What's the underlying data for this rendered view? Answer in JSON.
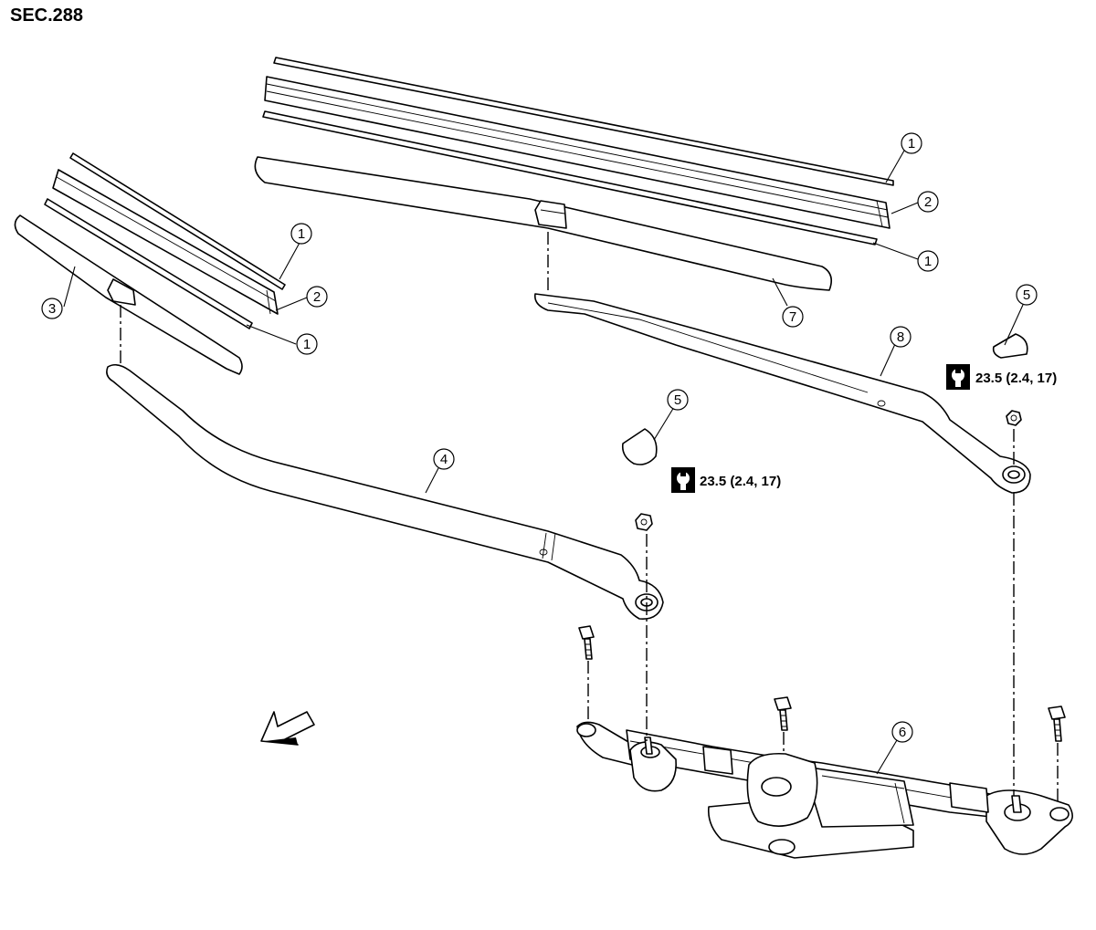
{
  "section": "SEC.288",
  "callouts": [
    {
      "label": "1",
      "name": "callout-1-rh-upper"
    },
    {
      "label": "2",
      "name": "callout-2-rh"
    },
    {
      "label": "1",
      "name": "callout-1-rh-lower"
    },
    {
      "label": "7",
      "name": "callout-7"
    },
    {
      "label": "5",
      "name": "callout-5-rh"
    },
    {
      "label": "8",
      "name": "callout-8"
    },
    {
      "label": "1",
      "name": "callout-1-lh-upper"
    },
    {
      "label": "2",
      "name": "callout-2-lh"
    },
    {
      "label": "3",
      "name": "callout-3"
    },
    {
      "label": "1",
      "name": "callout-1-lh-lower"
    },
    {
      "label": "5",
      "name": "callout-5-lh"
    },
    {
      "label": "4",
      "name": "callout-4"
    },
    {
      "label": "6",
      "name": "callout-6"
    }
  ],
  "torque_specs": [
    {
      "text": "23.5 (2.4, 17)",
      "name": "torque-spec-rh"
    },
    {
      "text": "23.5 (2.4, 17)",
      "name": "torque-spec-lh"
    }
  ],
  "icons": [
    "torque-wrench-icon",
    "front-direction-arrow-icon"
  ]
}
